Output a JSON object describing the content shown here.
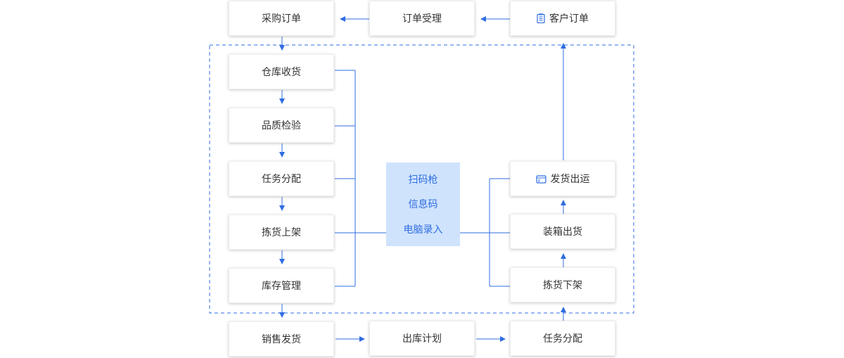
{
  "colors": {
    "accent": "#2f6de0",
    "center_bg": "#cfe3fd",
    "text": "#333333"
  },
  "top_row": {
    "purchase_order": "采购订单",
    "order_accept": "订单受理",
    "customer_order": "客户订单",
    "customer_order_icon": "clipboard-icon"
  },
  "left_column": {
    "receiving": "仓库收货",
    "inspection": "品质检验",
    "task_assign": "任务分配",
    "pick_shelve": "拣货上架",
    "inventory_mgmt": "库存管理"
  },
  "center": {
    "line1": "扫码枪",
    "line2": "信息码",
    "line3": "电脑录入"
  },
  "right_column": {
    "ship_out": "发货出运",
    "ship_out_icon": "box-icon",
    "pack_ship": "装箱出货",
    "pick_unshelve": "拣货下架"
  },
  "bottom_row": {
    "sales_ship": "销售发货",
    "outbound_plan": "出库计划",
    "task_assign": "任务分配"
  }
}
